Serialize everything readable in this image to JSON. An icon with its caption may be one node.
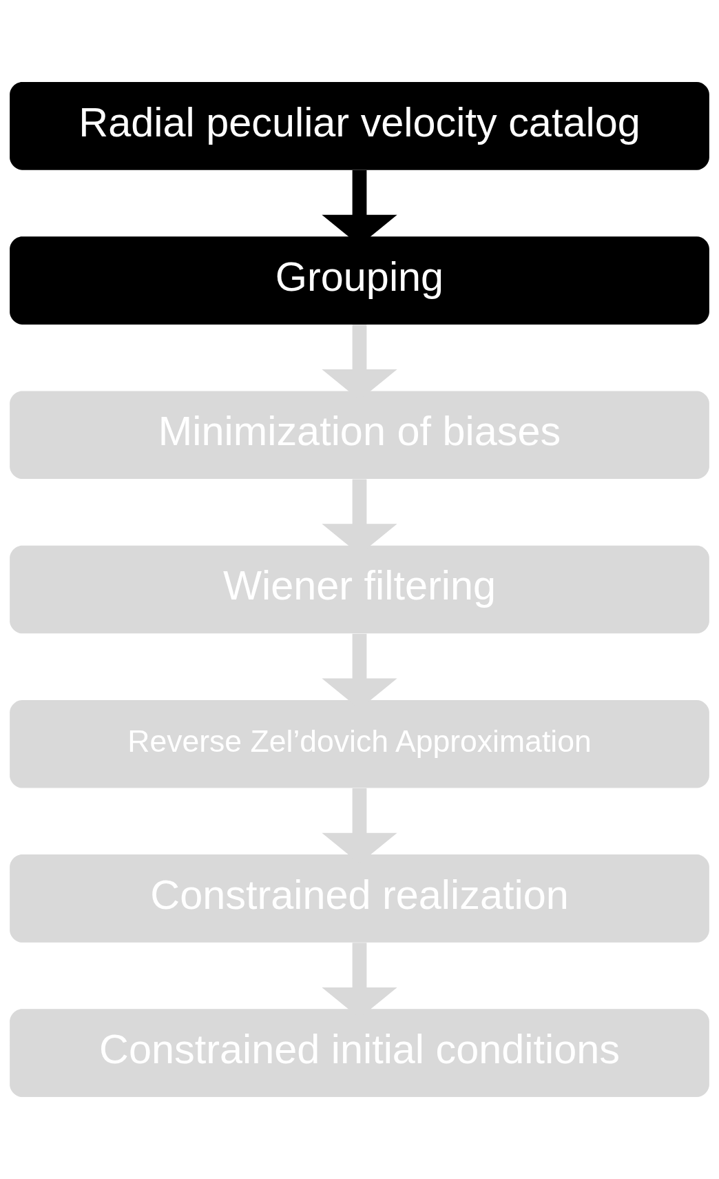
{
  "diagram": {
    "nodes": [
      {
        "text": [
          "Radial peculiar velocity catalog"
        ]
      },
      {
        "text": [
          "Grouping"
        ]
      },
      {
        "text": [
          "Minimization of biases"
        ]
      },
      {
        "text": [
          "Wiener filtering"
        ]
      },
      {
        "text": [
          "Reverse Zel’dovich Approximation"
        ]
      },
      {
        "text": [
          "Constrained realization"
        ]
      },
      {
        "text": [
          "Constrained initial conditions"
        ]
      }
    ],
    "edges": [
      {
        "from": 0,
        "to": 1,
        "arrow": "to",
        "color": "#000000"
      },
      {
        "from": 1,
        "to": 2,
        "arrow": "to"
      },
      {
        "from": 2,
        "to": 3,
        "arrow": "to"
      },
      {
        "from": 3,
        "to": 4,
        "arrow": "to"
      },
      {
        "from": 4,
        "to": 5,
        "arrow": "to"
      },
      {
        "from": 5,
        "to": 6,
        "arrow": "to"
      }
    ]
  }
}
